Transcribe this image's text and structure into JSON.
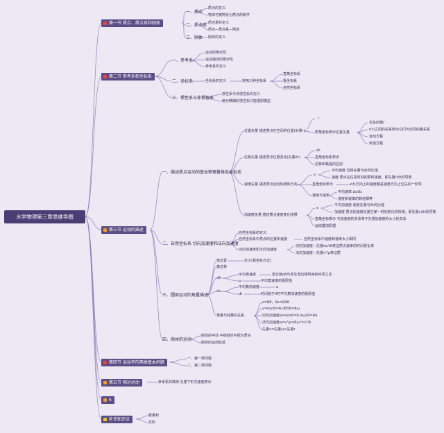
{
  "root": "大学物理第三章思维导图",
  "sections": {
    "s1": {
      "label": "第一节 质点、质点系和刚体",
      "icon": "red-flag-icon",
      "color": "#e8463c"
    },
    "s2": {
      "label": "第二节 参考系和坐标系",
      "icon": "red-flag-icon",
      "color": "#e8463c"
    },
    "s3": {
      "label": "第三节 运动的描述",
      "icon": "orange-flag-icon",
      "color": "#f39a2b"
    },
    "s4": {
      "label": "第四节 运动学的两类基本问题",
      "icon": "red-flag-icon",
      "color": "#e8463c"
    },
    "s5": {
      "label": "第五节 相对运动",
      "icon": "orange-flag-icon",
      "color": "#f39a2b"
    },
    "s6": {
      "label": "6",
      "icon": "orange-flag-icon",
      "color": "#f39a2b"
    },
    "s7": {
      "label": "补充知识点",
      "icon": "star-icon",
      "color": "#f2c23b"
    }
  },
  "s1": {
    "a": "一、质点",
    "a1": "质点的定义",
    "a2": "物体可被简化为质点的条件",
    "b": "二、质点系",
    "b1": "质点系的定义",
    "b2": "质点—质点系—刚体",
    "c": "三、刚体",
    "c1": "刚体的定义"
  },
  "s2": {
    "a": "一、参考系",
    "a1": "运动的绝对性",
    "a2": "运动描述的相对性",
    "a3": "参考系的定义",
    "b": "二、坐标系",
    "b1": "坐标系的定义",
    "b2": "常用三种坐标系",
    "b2a": "直角坐标系",
    "b2b": "极坐标系",
    "b2c": "自然坐标系",
    "c": "三、惯性系与非惯性系",
    "c1": "惯性系与非惯性系的定义",
    "c2": "绝对精确的惯性系只能理想模型"
  },
  "s3": {
    "a": "一、描述质点运动的基本物理量角色坐标系",
    "a1": "位置矢量 描述质点在空间的位置(矢量r)",
    "a1a": "r",
    "a1b": "质角坐标表示位置矢量",
    "a1b1": "位矢的模r",
    "a1b2": "r(t)之间的关系称为它们与空间的量关系",
    "a1b3": "运动方程",
    "a1b4": "轨道方程",
    "a2": "位移矢量 描述质点位置变化(矢量Δr)",
    "a2a": "Δr",
    "a2b": "直角坐标系表示",
    "a2c": "位移和路程的区别",
    "a3": "速度矢量 描述质点运动快慢和方向",
    "a3a": "v",
    "a3b1": "平均速度 位移矢量与Δt的比值",
    "a3b2": "速度 质点在任意时刻的瞬时速度，即矢量r对t的导数",
    "a3c": "直角坐标表示",
    "a3c1": "v(t)方向上的速度都是速度方向上位矢的一阶导",
    "a3d": "速度与速率",
    "a3d1": "平均速率 Δs/Δt",
    "a3d2": "速度和速率的数值相等",
    "a4": "加速度矢量 描述质点速度变化快慢",
    "a4a": "a",
    "a4b1": "平均加速度 速度矢量与Δt的比值",
    "a4b2": "加速度 质点的速度矢量在某一时刻变化的快慢，即矢量v对t的导数",
    "a4c": "直角坐标表示 与加速度的关系等于矢量加速度的大小的关系",
    "a4d": "运动叠加原理",
    "b": "二、自然坐标系 切向加速度和法向加速度",
    "b1": "自然坐标系的定义",
    "b2": "自然坐标系中质点的位置和速度",
    "b2a": "自然坐标系中速度和速率大小相同",
    "b3": "切向加速度和法向加速度",
    "b3a": "切向加速度—矢量dv/dt表征质点速率的时间变化率",
    "b3b": "法向加速度—矢量v²/ρ表征质",
    "c": "三、圆周运动的角量描述",
    "c1": "角位置",
    "c1a": "定义(极坐标方式)",
    "c2": "角位移",
    "c3": "dθ",
    "c3a": "平均角速度",
    "c3a1": "角位移Δθ与发生角位移所用的时间之比",
    "c3b": "ω",
    "c3b1": "平均角速度的极限值",
    "c4": "dω",
    "c4a": "平均角加速度",
    "c4a1": "α",
    "c4b": "dt",
    "c4b1": "时间趋于0时平均角加速度的极限值",
    "c5": "角量与线量的关系",
    "c5a": "s=Rθ，Δs=RΔθ",
    "c5b": "v=ds/dt=R·dθ/dt=Rω",
    "c5c": "切向加速度a=dv/dt=R·dω/dt=Rα",
    "c5d": "法向加速度a=v²/ρ=Rω²=v²/R",
    "c5e": "矢量v=矢量ω×矢量r",
    "d": "四、抛体的运动",
    "d1": "抛体的平动 平抛抛体可视为质点",
    "d2": "抛体的运动轨迹"
  },
  "s4": {
    "a": "一、第一类问题",
    "b": "二、第二类问题"
  },
  "s5": {
    "a": "参考系的转换 矢量下形式速度表示"
  },
  "s7": {
    "a": "数量积",
    "b": "叉积"
  }
}
